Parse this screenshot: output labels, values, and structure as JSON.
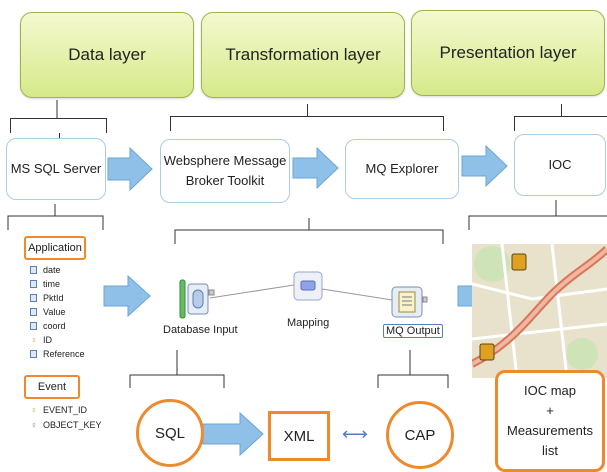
{
  "layers": {
    "data": "Data layer",
    "transformation": "Transformation layer",
    "presentation": "Presentation layer"
  },
  "nodes": {
    "ms_sql_server": "MS SQL Server",
    "websphere_line1": "Websphere Message",
    "websphere_line2": "Broker Toolkit",
    "mq_explorer": "MQ Explorer",
    "ioc": "IOC"
  },
  "tables": {
    "application": {
      "title": "Application",
      "fields": [
        "date",
        "time",
        "PktId",
        "Value",
        "coord",
        "ID",
        "Reference"
      ]
    },
    "event": {
      "title": "Event",
      "fields": [
        "EVENT_ID",
        "OBJECT_KEY"
      ]
    }
  },
  "flow": {
    "database_input": "Database Input",
    "mapping": "Mapping",
    "mq_output": "MQ Output"
  },
  "formats": {
    "sql": "SQL",
    "xml": "XML",
    "cap": "CAP",
    "bidirectional_arrow": "⟷"
  },
  "ioc_panel": {
    "line1": "IOC map",
    "line2": "+",
    "line3": "Measurements",
    "line4": "list"
  },
  "colors": {
    "layer_green": "#d6e98a",
    "arrow_blue": "#8fc0e8",
    "accent_orange": "#ee8a2c",
    "node_border": "#a9cde6"
  }
}
